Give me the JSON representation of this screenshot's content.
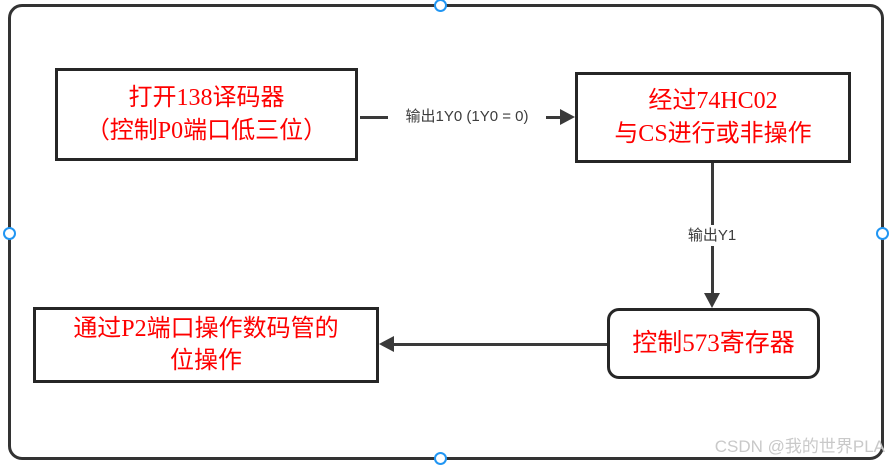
{
  "diagram": {
    "nodes": [
      {
        "id": "node-138",
        "shape": "rect",
        "lines": [
          "打开138译码器",
          "（控制P0端口低三位）"
        ]
      },
      {
        "id": "node-74hc02",
        "shape": "rect",
        "lines": [
          "经过74HC02",
          "与CS进行或非操作"
        ]
      },
      {
        "id": "node-573",
        "shape": "rounded-rect",
        "lines": [
          "控制573寄存器"
        ]
      },
      {
        "id": "node-p2",
        "shape": "rect",
        "lines": [
          "通过P2端口操作数码管的",
          "位操作"
        ]
      }
    ],
    "edges": [
      {
        "from": "node-138",
        "to": "node-74hc02",
        "direction": "right",
        "label": "输出1Y0 (1Y0 = 0)"
      },
      {
        "from": "node-74hc02",
        "to": "node-573",
        "direction": "down",
        "label": "输出Y1"
      },
      {
        "from": "node-573",
        "to": "node-p2",
        "direction": "left",
        "label": ""
      }
    ]
  },
  "watermark": {
    "text": "CSDN @我的世界PLA"
  },
  "colors": {
    "background": "#ffffff",
    "node_text": "#fe0000",
    "node_border": "#262626",
    "edge_line": "#3a3a3a",
    "edge_label": "#3c3c3c",
    "outer_border": "#333333",
    "handle": "#2196f3",
    "watermark": "#c9c9c9"
  }
}
